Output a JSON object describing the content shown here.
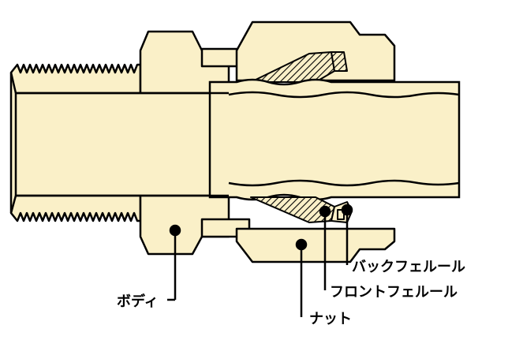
{
  "diagram": {
    "colors": {
      "fill": "#FAF0C8",
      "stroke": "#000000",
      "background": "#FFFFFF"
    },
    "labels": {
      "body": "ボディ",
      "nut": "ナット",
      "front_ferrule": "フロントフェルール",
      "back_ferrule": "バックフェルール"
    }
  }
}
